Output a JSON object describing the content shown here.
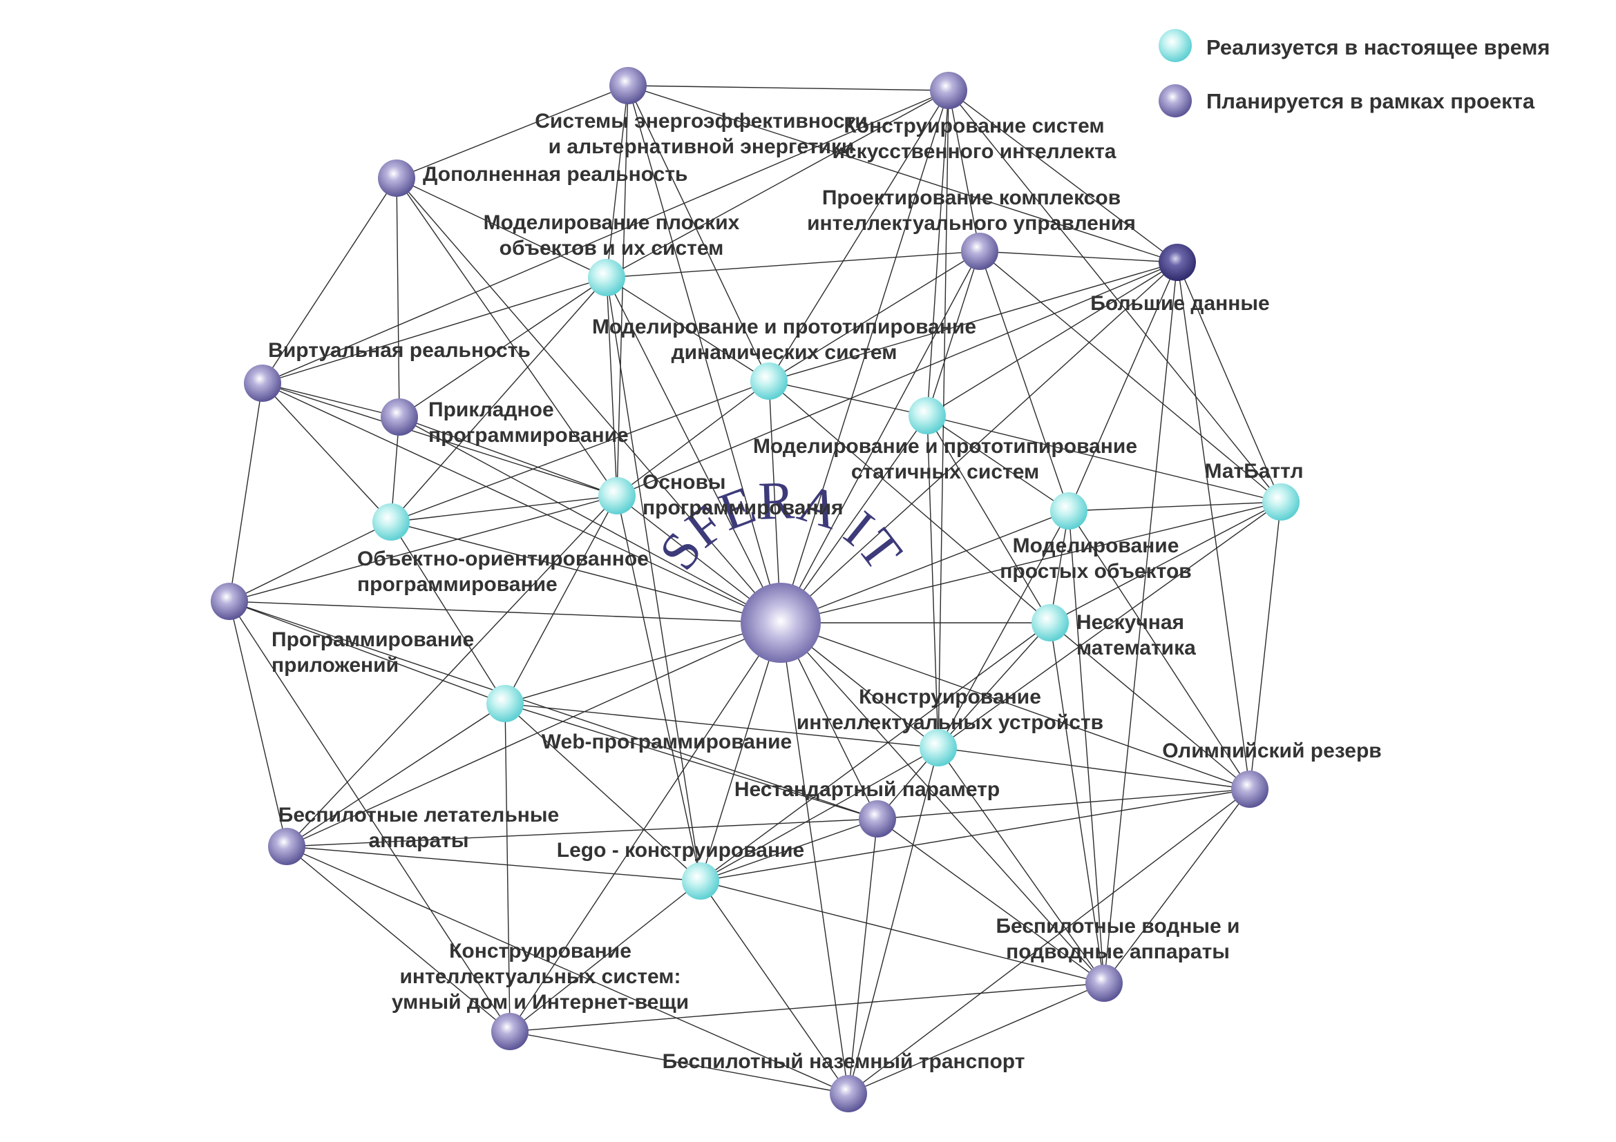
{
  "brand": {
    "text": "SFERA IT",
    "color": "#3d3a7a"
  },
  "legend": {
    "current": {
      "label": "Реализуется в настоящее время",
      "color": "#7fe0e0"
    },
    "planned": {
      "label": "Планируется в рамках проекта",
      "color": "#7a74b0"
    }
  },
  "nodes": [
    {
      "id": "center",
      "status": "center",
      "label": []
    },
    {
      "id": "energy",
      "status": "planned",
      "label": [
        "Системы энергоэффективности",
        "и альтернативной энергетики"
      ]
    },
    {
      "id": "ai",
      "status": "planned",
      "label": [
        "Конструирование систем",
        "искусственного интеллекта"
      ]
    },
    {
      "id": "ar",
      "status": "planned",
      "label": [
        "Дополненная реальность"
      ]
    },
    {
      "id": "flat",
      "status": "current",
      "label": [
        "Моделирование плоских",
        "объектов и их систем"
      ]
    },
    {
      "id": "control",
      "status": "planned",
      "label": [
        "Проектирование комплексов",
        "интеллектуального управления"
      ]
    },
    {
      "id": "bigdata",
      "status": "planned-dark",
      "label": [
        "Большие данные"
      ]
    },
    {
      "id": "dynamic",
      "status": "current",
      "label": [
        "Моделирование и прототипирование",
        "динамических систем"
      ]
    },
    {
      "id": "vr",
      "status": "planned",
      "label": [
        "Виртуальная реальность"
      ]
    },
    {
      "id": "applied",
      "status": "planned",
      "label": [
        "Прикладное",
        "программирование"
      ]
    },
    {
      "id": "static",
      "status": "current",
      "label": [
        "Моделирование и прототипирование",
        "статичных систем"
      ]
    },
    {
      "id": "basics",
      "status": "current",
      "label": [
        "Основы",
        "программирования"
      ]
    },
    {
      "id": "mathbattle",
      "status": "current",
      "label": [
        "МатБаттл"
      ]
    },
    {
      "id": "oop",
      "status": "current",
      "label": [
        "Объектно-ориентированное",
        "программирование"
      ]
    },
    {
      "id": "simple",
      "status": "current",
      "label": [
        "Моделирование",
        "простых объектов"
      ]
    },
    {
      "id": "apps",
      "status": "planned",
      "label": [
        "Программирование",
        "приложений"
      ]
    },
    {
      "id": "math",
      "status": "current",
      "label": [
        "Нескучная",
        "математика"
      ]
    },
    {
      "id": "devices",
      "status": "current",
      "label": [
        "Конструирование",
        "интеллектуальных устройств"
      ]
    },
    {
      "id": "web",
      "status": "current",
      "label": [
        "Web-программирование"
      ]
    },
    {
      "id": "olymp",
      "status": "planned",
      "label": [
        "Олимпийский резерв"
      ]
    },
    {
      "id": "param",
      "status": "planned",
      "label": [
        "Нестандартный параметр"
      ]
    },
    {
      "id": "uav",
      "status": "planned",
      "label": [
        "Беспилотные летательные",
        "аппараты"
      ]
    },
    {
      "id": "lego",
      "status": "current",
      "label": [
        "Lego - конструирование"
      ]
    },
    {
      "id": "water",
      "status": "planned",
      "label": [
        "Беспилотные водные и",
        "подводные аппараты"
      ]
    },
    {
      "id": "smarthome",
      "status": "planned",
      "label": [
        "Конструирование",
        "интеллектуальных систем:",
        "умный дом и Интернет-вещи"
      ]
    },
    {
      "id": "ground",
      "status": "planned",
      "label": [
        "Беспилотный наземный транспорт"
      ]
    }
  ],
  "edges": [
    [
      "center",
      "energy"
    ],
    [
      "center",
      "ai"
    ],
    [
      "center",
      "ar"
    ],
    [
      "center",
      "flat"
    ],
    [
      "center",
      "control"
    ],
    [
      "center",
      "bigdata"
    ],
    [
      "center",
      "dynamic"
    ],
    [
      "center",
      "vr"
    ],
    [
      "center",
      "applied"
    ],
    [
      "center",
      "static"
    ],
    [
      "center",
      "basics"
    ],
    [
      "center",
      "mathbattle"
    ],
    [
      "center",
      "oop"
    ],
    [
      "center",
      "simple"
    ],
    [
      "center",
      "apps"
    ],
    [
      "center",
      "math"
    ],
    [
      "center",
      "devices"
    ],
    [
      "center",
      "web"
    ],
    [
      "center",
      "olymp"
    ],
    [
      "center",
      "param"
    ],
    [
      "center",
      "uav"
    ],
    [
      "center",
      "lego"
    ],
    [
      "center",
      "water"
    ],
    [
      "center",
      "smarthome"
    ],
    [
      "center",
      "ground"
    ],
    [
      "energy",
      "ai"
    ],
    [
      "energy",
      "ar"
    ],
    [
      "energy",
      "flat"
    ],
    [
      "energy",
      "bigdata"
    ],
    [
      "energy",
      "dynamic"
    ],
    [
      "energy",
      "basics"
    ],
    [
      "ai",
      "flat"
    ],
    [
      "ai",
      "control"
    ],
    [
      "ai",
      "bigdata"
    ],
    [
      "ai",
      "dynamic"
    ],
    [
      "ai",
      "static"
    ],
    [
      "ai",
      "mathbattle"
    ],
    [
      "ai",
      "devices"
    ],
    [
      "ai",
      "vr"
    ],
    [
      "ar",
      "vr"
    ],
    [
      "ar",
      "applied"
    ],
    [
      "ar",
      "flat"
    ],
    [
      "ar",
      "basics"
    ],
    [
      "flat",
      "control"
    ],
    [
      "flat",
      "dynamic"
    ],
    [
      "flat",
      "applied"
    ],
    [
      "flat",
      "basics"
    ],
    [
      "flat",
      "oop"
    ],
    [
      "flat",
      "vr"
    ],
    [
      "flat",
      "lego"
    ],
    [
      "control",
      "bigdata"
    ],
    [
      "control",
      "static"
    ],
    [
      "control",
      "simple"
    ],
    [
      "control",
      "mathbattle"
    ],
    [
      "control",
      "dynamic"
    ],
    [
      "bigdata",
      "static"
    ],
    [
      "bigdata",
      "simple"
    ],
    [
      "bigdata",
      "mathbattle"
    ],
    [
      "bigdata",
      "olymp"
    ],
    [
      "bigdata",
      "water"
    ],
    [
      "bigdata",
      "basics"
    ],
    [
      "bigdata",
      "dynamic"
    ],
    [
      "dynamic",
      "static"
    ],
    [
      "dynamic",
      "basics"
    ],
    [
      "dynamic",
      "oop"
    ],
    [
      "dynamic",
      "math"
    ],
    [
      "vr",
      "oop"
    ],
    [
      "vr",
      "basics"
    ],
    [
      "vr",
      "apps"
    ],
    [
      "vr",
      "applied"
    ],
    [
      "applied",
      "oop"
    ],
    [
      "applied",
      "basics"
    ],
    [
      "static",
      "simple"
    ],
    [
      "static",
      "math"
    ],
    [
      "static",
      "mathbattle"
    ],
    [
      "static",
      "devices"
    ],
    [
      "basics",
      "oop"
    ],
    [
      "basics",
      "web"
    ],
    [
      "basics",
      "lego"
    ],
    [
      "basics",
      "uav"
    ],
    [
      "basics",
      "apps"
    ],
    [
      "mathbattle",
      "simple"
    ],
    [
      "mathbattle",
      "math"
    ],
    [
      "mathbattle",
      "olymp"
    ],
    [
      "mathbattle",
      "devices"
    ],
    [
      "oop",
      "web"
    ],
    [
      "oop",
      "apps"
    ],
    [
      "simple",
      "math"
    ],
    [
      "simple",
      "olymp"
    ],
    [
      "simple",
      "devices"
    ],
    [
      "simple",
      "water"
    ],
    [
      "apps",
      "web"
    ],
    [
      "apps",
      "uav"
    ],
    [
      "apps",
      "param"
    ],
    [
      "apps",
      "smarthome"
    ],
    [
      "math",
      "devices"
    ],
    [
      "math",
      "olymp"
    ],
    [
      "math",
      "lego"
    ],
    [
      "math",
      "water"
    ],
    [
      "devices",
      "olymp"
    ],
    [
      "devices",
      "param"
    ],
    [
      "devices",
      "lego"
    ],
    [
      "devices",
      "water"
    ],
    [
      "devices",
      "ground"
    ],
    [
      "web",
      "lego"
    ],
    [
      "web",
      "devices"
    ],
    [
      "web",
      "smarthome"
    ],
    [
      "web",
      "uav"
    ],
    [
      "web",
      "param"
    ],
    [
      "olymp",
      "param"
    ],
    [
      "olymp",
      "lego"
    ],
    [
      "olymp",
      "water"
    ],
    [
      "olymp",
      "ground"
    ],
    [
      "param",
      "uav"
    ],
    [
      "param",
      "lego"
    ],
    [
      "param",
      "water"
    ],
    [
      "param",
      "ground"
    ],
    [
      "uav",
      "lego"
    ],
    [
      "uav",
      "smarthome"
    ],
    [
      "uav",
      "ground"
    ],
    [
      "lego",
      "smarthome"
    ],
    [
      "lego",
      "water"
    ],
    [
      "lego",
      "ground"
    ],
    [
      "water",
      "smarthome"
    ],
    [
      "water",
      "ground"
    ],
    [
      "smarthome",
      "ground"
    ]
  ]
}
